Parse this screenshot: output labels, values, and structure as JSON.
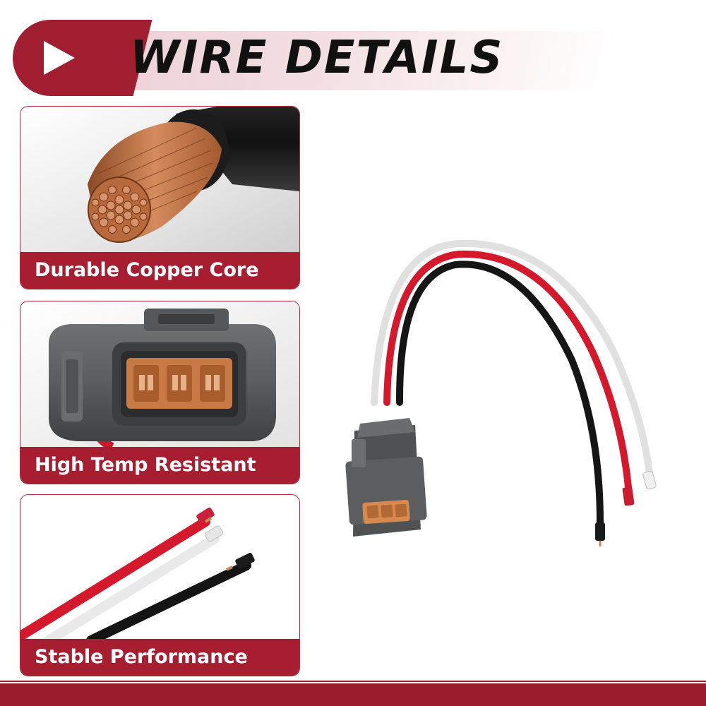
{
  "header": {
    "title": "WIRE DETAILS",
    "icon": "play-icon",
    "accent_color": "#a01e2f"
  },
  "features": [
    {
      "label": "Durable Copper Core",
      "icon": "copper-wire-core-image"
    },
    {
      "label": "High Temp Resistant",
      "icon": "connector-plug-image"
    },
    {
      "label": "Stable Performance",
      "icon": "wire-leads-image"
    }
  ],
  "product": {
    "icon": "pigtail-connector-harness-image",
    "wire_colors": [
      "#f2f2f2",
      "#d3192b",
      "#111111"
    ]
  }
}
